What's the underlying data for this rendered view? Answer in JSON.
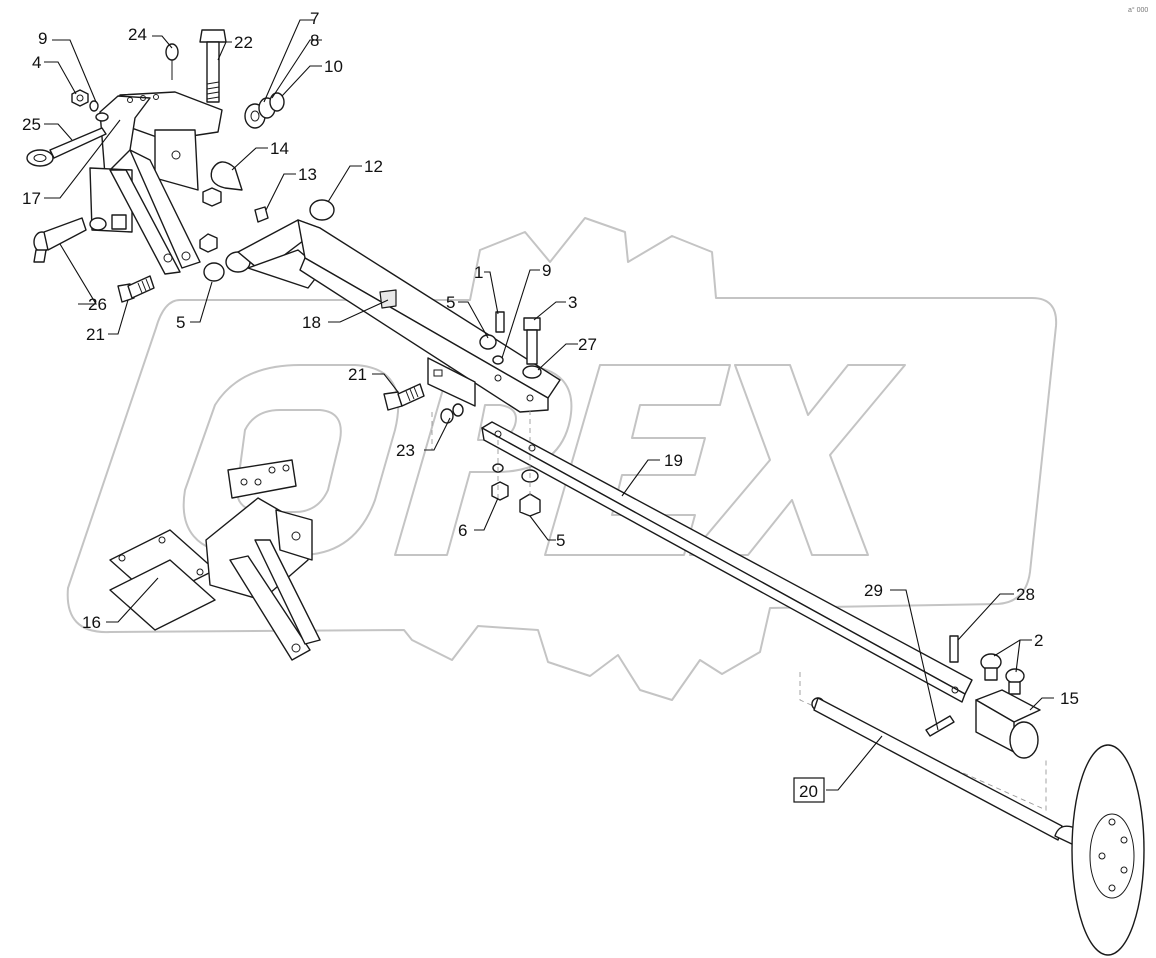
{
  "corner_code": "a° 000",
  "callouts": [
    {
      "id": "c9a",
      "text": "9"
    },
    {
      "id": "c4",
      "text": "4"
    },
    {
      "id": "c25",
      "text": "25"
    },
    {
      "id": "c17",
      "text": "17"
    },
    {
      "id": "c24",
      "text": "24"
    },
    {
      "id": "c22",
      "text": "22"
    },
    {
      "id": "c7",
      "text": "7"
    },
    {
      "id": "c8",
      "text": "8"
    },
    {
      "id": "c10",
      "text": "10"
    },
    {
      "id": "c14",
      "text": "14"
    },
    {
      "id": "c13",
      "text": "13"
    },
    {
      "id": "c12",
      "text": "12"
    },
    {
      "id": "c26",
      "text": "26"
    },
    {
      "id": "c21a",
      "text": "21"
    },
    {
      "id": "c5a",
      "text": "5"
    },
    {
      "id": "c18",
      "text": "18"
    },
    {
      "id": "c1",
      "text": "1"
    },
    {
      "id": "c9b",
      "text": "9"
    },
    {
      "id": "c5b",
      "text": "5"
    },
    {
      "id": "c3",
      "text": "3"
    },
    {
      "id": "c27",
      "text": "27"
    },
    {
      "id": "c21b",
      "text": "21"
    },
    {
      "id": "c23",
      "text": "23"
    },
    {
      "id": "c19",
      "text": "19"
    },
    {
      "id": "c6",
      "text": "6"
    },
    {
      "id": "c5c",
      "text": "5"
    },
    {
      "id": "c16",
      "text": "16"
    },
    {
      "id": "c29",
      "text": "29"
    },
    {
      "id": "c28",
      "text": "28"
    },
    {
      "id": "c2",
      "text": "2"
    },
    {
      "id": "c15",
      "text": "15"
    },
    {
      "id": "c20",
      "text": "20"
    }
  ]
}
